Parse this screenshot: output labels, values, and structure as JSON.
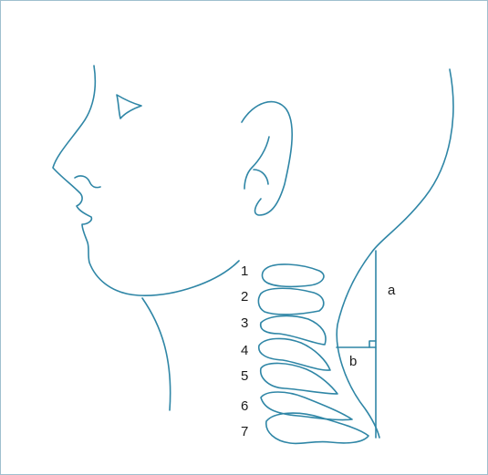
{
  "diagram": {
    "vertebra_labels": [
      "1",
      "2",
      "3",
      "4",
      "5",
      "6",
      "7"
    ],
    "measure_labels": {
      "height": "a",
      "depth": "b"
    },
    "colors": {
      "line": "#2f86a6",
      "text": "#1c1c1c",
      "frame": "#9fbfce"
    }
  }
}
